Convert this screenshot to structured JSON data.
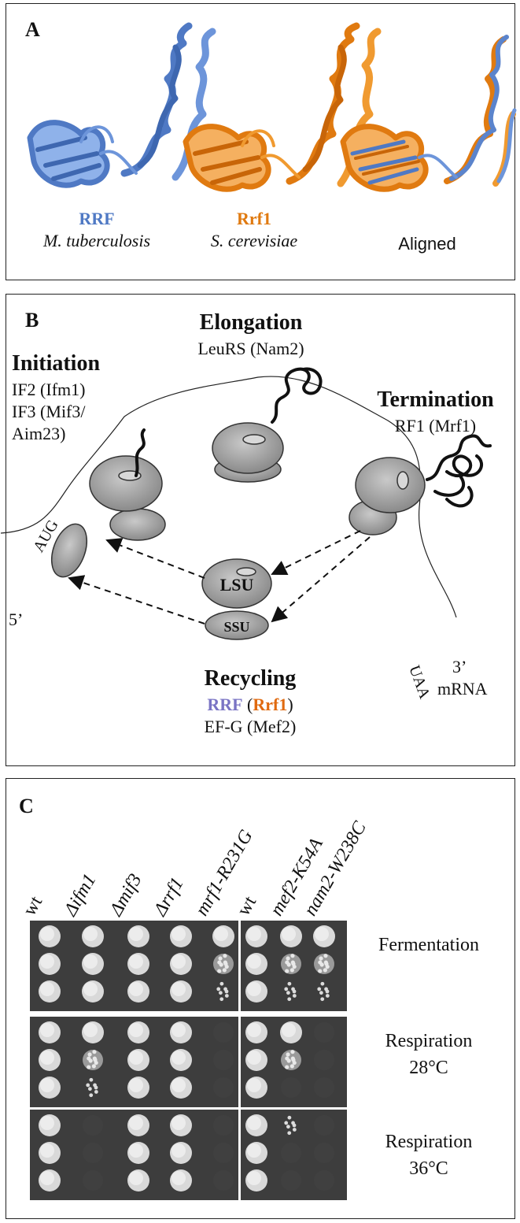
{
  "panel_a": {
    "label": "A",
    "structures": [
      {
        "name": "RRF",
        "species": "M. tuberculosis",
        "color": "#4f79c4"
      },
      {
        "name": "Rrf1",
        "species": "S. cerevisiae",
        "color": "#e07a10"
      },
      {
        "name": "Aligned",
        "species": ""
      }
    ]
  },
  "panel_b": {
    "label": "B",
    "elongation": {
      "title": "Elongation",
      "factors": [
        "LeuRS (Nam2)"
      ]
    },
    "initiation": {
      "title": "Initiation",
      "factors": [
        "IF2 (Ifm1)",
        "IF3 (Mif3/",
        "Aim23)"
      ]
    },
    "termination": {
      "title": "Termination",
      "factors": [
        "RF1 (Mrf1)"
      ]
    },
    "recycling": {
      "title": "Recycling",
      "rrf": "RRF",
      "open_paren": " (",
      "rrf1": "Rrf1",
      "close_paren": ")",
      "efg": "EF-G (Mef2)",
      "rrf_color": "#7a74c4",
      "rrf1_color": "#e06a10"
    },
    "subunits": {
      "lsu": "LSU",
      "ssu": "SSU"
    },
    "mrna": {
      "five_prime": "5’",
      "three_prime": "3’",
      "start_codon": "AUG",
      "stop_codon": "UAA",
      "label": "mRNA"
    }
  },
  "panel_c": {
    "label": "C",
    "left_strains": [
      "wt",
      "Δifm1",
      "Δmif3",
      "Δrrf1",
      "mrf1-R231G"
    ],
    "right_strains": [
      "wt",
      "mef2-K54A",
      "nam2-W238C"
    ],
    "conditions": [
      {
        "line1": "Fermentation",
        "line2": ""
      },
      {
        "line1": "Respiration",
        "line2": "28°C"
      },
      {
        "line1": "Respiration",
        "line2": "36°C"
      }
    ],
    "growth_levels_left": [
      [
        [
          3,
          3,
          3
        ],
        [
          3,
          3,
          3
        ],
        [
          3,
          3,
          3
        ],
        [
          3,
          3,
          3
        ],
        [
          3,
          2,
          1
        ]
      ],
      [
        [
          3,
          3,
          3
        ],
        [
          3,
          2,
          1
        ],
        [
          3,
          3,
          3
        ],
        [
          3,
          3,
          3
        ],
        [
          0,
          0,
          0
        ]
      ],
      [
        [
          3,
          3,
          3
        ],
        [
          0,
          0,
          0
        ],
        [
          3,
          3,
          3
        ],
        [
          3,
          3,
          3
        ],
        [
          0,
          0,
          0
        ]
      ]
    ],
    "growth_levels_right": [
      [
        [
          3,
          3,
          3
        ],
        [
          3,
          2,
          1
        ],
        [
          3,
          2,
          1
        ]
      ],
      [
        [
          3,
          3,
          3
        ],
        [
          3,
          2,
          0
        ],
        [
          0,
          0,
          0
        ]
      ],
      [
        [
          3,
          3,
          3
        ],
        [
          1,
          0,
          0
        ],
        [
          0,
          0,
          0
        ]
      ]
    ]
  }
}
